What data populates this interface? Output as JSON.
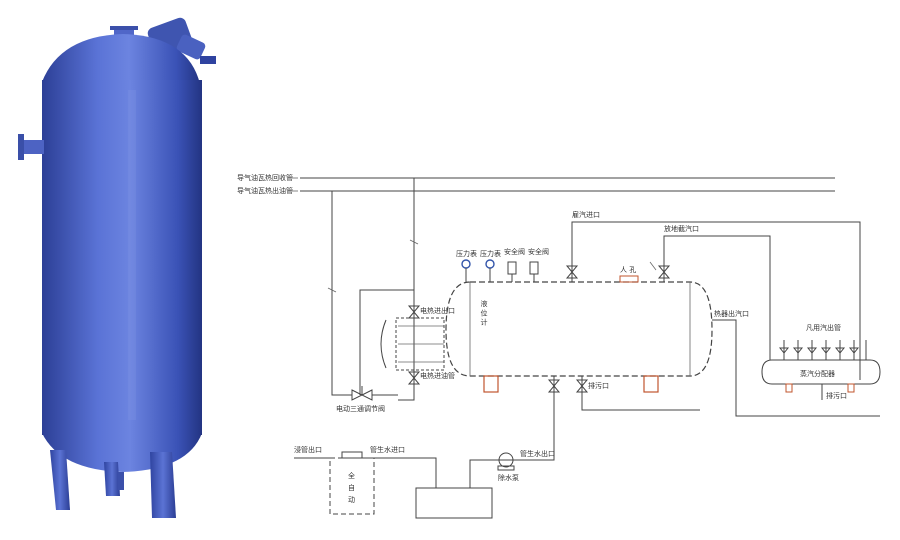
{
  "colors": {
    "tank_body": "#4b63c9",
    "tank_shadow": "#2c3f96",
    "tank_highlight": "#8ea0ea",
    "line": "#444444",
    "support_orange": "#c0552e",
    "gauge_blue": "#3355aa"
  },
  "diagram": {
    "header_line_1": "导气油瓦热回收管",
    "header_line_2": "导气油瓦热出油管",
    "valve_top_1": "雇汽进口",
    "valve_top_2": "放地截汽口",
    "gauge_1": "压力表",
    "gauge_2": "压力表",
    "instrument_1": "安全阀",
    "instrument_2": "安全阀",
    "level_mark": "液 位 计",
    "vent_label": "人 孔",
    "steam_outlet": "热器出汽口",
    "heater_inlet": "电热进出口",
    "heater_outlet": "电热进油管",
    "bypass_valve": "电动三通调节阀",
    "drain_label": "排污口",
    "manifold_title": "凡用汽出管",
    "manifold_body": "蒸汽分配器",
    "manifold_drain": "排污口",
    "pump_left_1": "浸管出口",
    "pump_left_2": "管生水进口",
    "pump_label": "除水泵",
    "pump_out": "管生水出口",
    "tank_small_1": "全",
    "tank_small_2": "自",
    "tank_small_3": "动"
  }
}
